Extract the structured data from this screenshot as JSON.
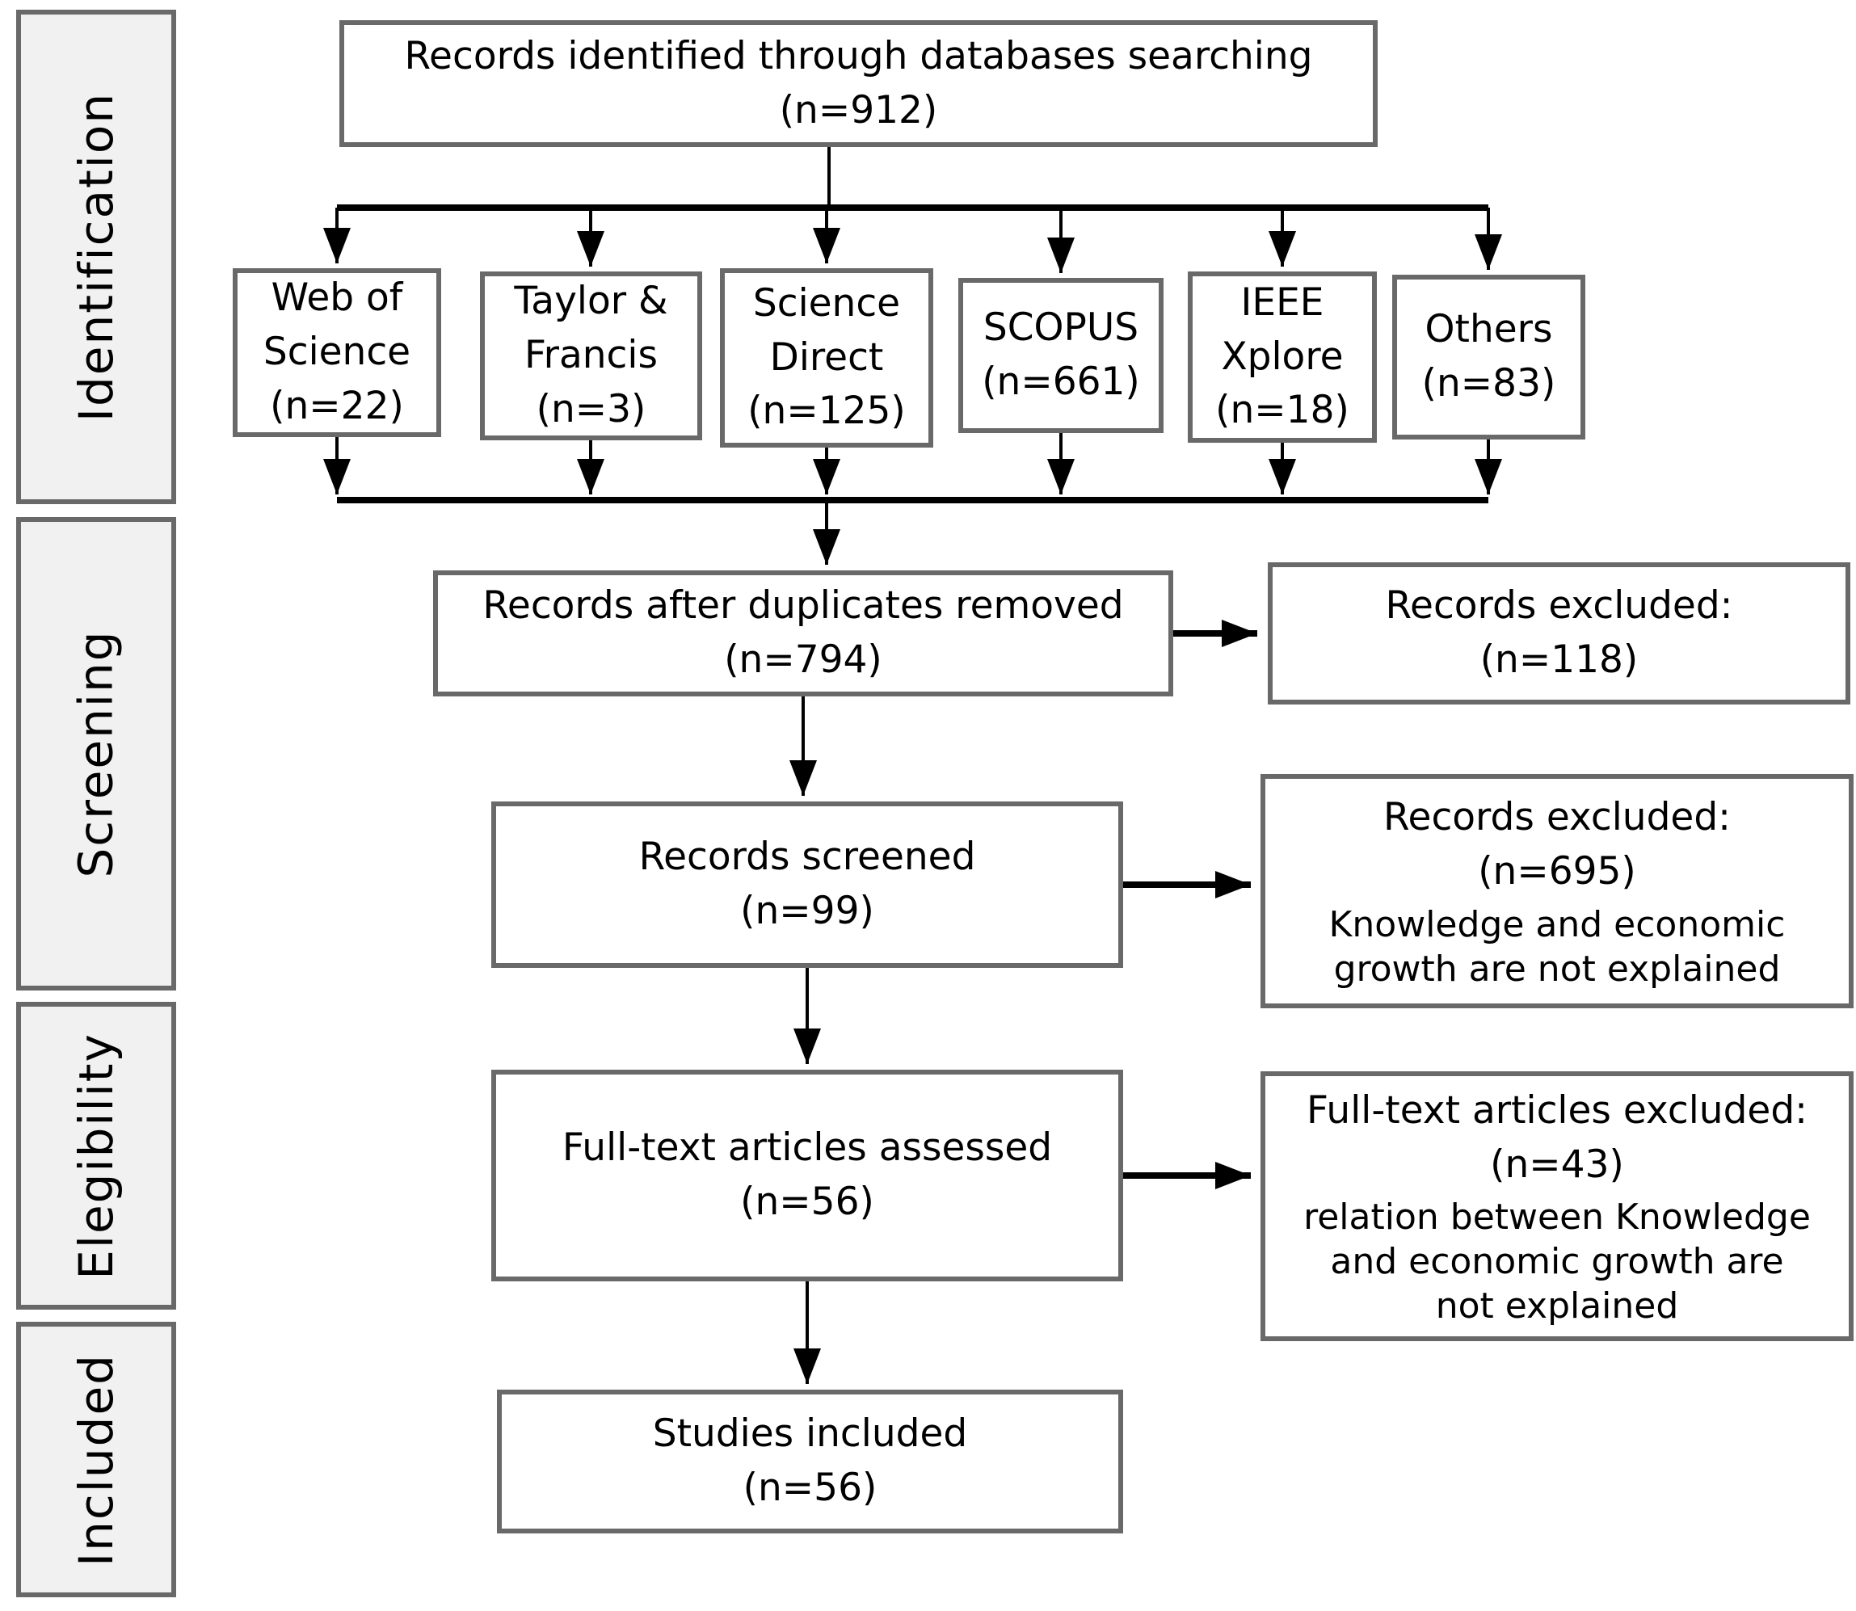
{
  "figure": {
    "type": "prisma-flow-diagram"
  },
  "sidebar": {
    "stages": [
      {
        "label": "Identification"
      },
      {
        "label": "Screening"
      },
      {
        "label": "Elegibility"
      },
      {
        "label": "Included"
      }
    ]
  },
  "identification": {
    "source_box": {
      "title": "Records identified through databases searching",
      "count": "(n=912)"
    },
    "databases": [
      {
        "name": "Web of Science",
        "count": "(n=22)"
      },
      {
        "name": "Taylor & Francis",
        "count": "(n=3)"
      },
      {
        "name": "Science Direct",
        "count": "(n=125)"
      },
      {
        "name": "SCOPUS",
        "count": "(n=661)"
      },
      {
        "name": "IEEE Xplore",
        "count": "(n=18)"
      },
      {
        "name": "Others",
        "count": "(n=83)"
      }
    ]
  },
  "screening": {
    "duplicates_box": {
      "title": "Records after duplicates removed",
      "count": "(n=794)"
    },
    "excluded_box_1": {
      "title": "Records excluded:",
      "count": "(n=118)"
    },
    "screened_box": {
      "title": "Records screened",
      "count": "(n=99)"
    },
    "excluded_box_2": {
      "title": "Records excluded:",
      "count": "(n=695)",
      "note": "Knowledge and economic growth are not explained"
    }
  },
  "elegibility": {
    "fulltext_box": {
      "title": "Full-text articles assessed",
      "count": "(n=56)"
    },
    "excluded_box_3": {
      "title": "Full-text articles excluded:",
      "count": "(n=43)",
      "note": "relation between Knowledge and economic growth are not explained"
    }
  },
  "included": {
    "studies_box": {
      "title": "Studies included",
      "count": "(n=56)"
    }
  },
  "colors": {
    "box_border": "#696969",
    "sidebar_fill": "#f1f1f1",
    "arrow": "#000000",
    "text": "#000000",
    "background": "#ffffff"
  }
}
